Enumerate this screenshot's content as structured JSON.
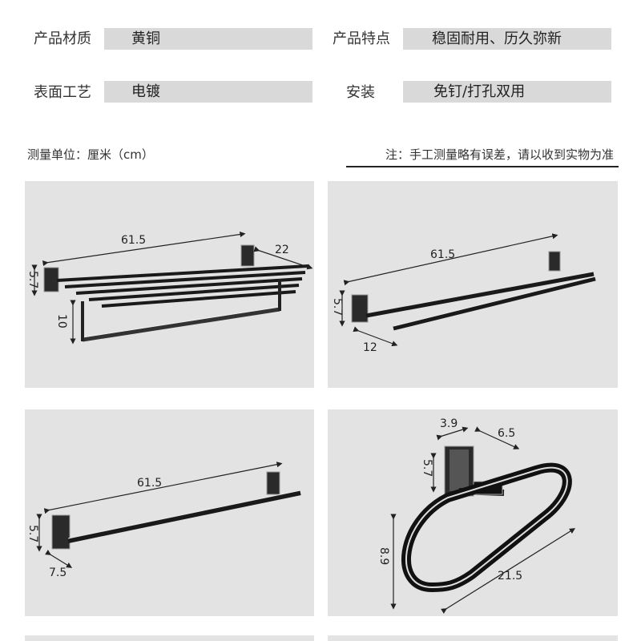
{
  "specs": {
    "material": {
      "label": "产品材质",
      "value": "黄铜"
    },
    "feature": {
      "label": "产品特点",
      "value": "稳固耐用、历久弥新"
    },
    "finish": {
      "label": "表面工艺",
      "value": "电镀"
    },
    "install": {
      "label": "安装",
      "value": "免钉/打孔双用"
    }
  },
  "measure": {
    "unit_note": "测量单位：厘米（cm）",
    "error_note": "注：手工测量略有误差，请以收到实物为准"
  },
  "products": {
    "towel_shelf": {
      "width": "61.5",
      "depth": "22",
      "base": "5.7",
      "height": "10"
    },
    "double_bar": {
      "width": "61.5",
      "base": "5.7",
      "depth": "12"
    },
    "single_bar": {
      "width": "61.5",
      "base": "5.7",
      "depth": "7.5"
    },
    "towel_ring": {
      "base_w": "3.9",
      "arm": "6.5",
      "base_h": "5.7",
      "ring_h": "8.9",
      "ring_w": "21.5"
    }
  },
  "colors": {
    "spec_box": "#d9d9d9",
    "panel": "#e3e3e3",
    "metal_dark": "#1a1a1a"
  }
}
